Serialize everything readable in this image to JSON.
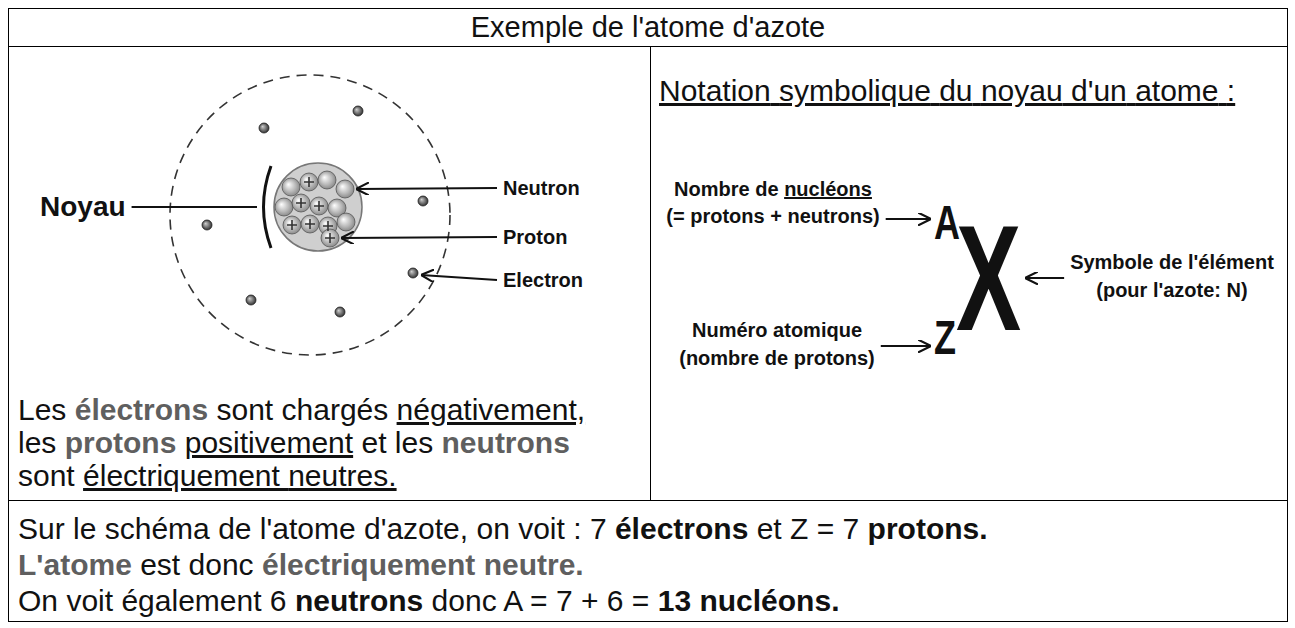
{
  "diagram": {
    "title": "Exemple de l'atome d'azote",
    "nodes": [
      {
        "text": [
          "Les électrons sont chargés négativement, les protons positivement et les neutrons sont électriquement neutres."
        ]
      },
      {
        "text": [
          "Notation symbolique du noyau d'un atome :"
        ]
      },
      {
        "text": [
          "Sur le schéma de l'atome d'azote, on voit : 7 électrons et Z = 7 protons.",
          "L'atome est donc électriquement neutre.",
          "On voit également 6 neutrons donc A = 7 + 6 = 13 nucléons."
        ]
      }
    ],
    "labels": [
      "Noyau",
      "Neutron",
      "Proton",
      "Electron",
      "Nombre de nucléons (= protons + neutrons)",
      "A",
      "X",
      "Symbole de l'élément (pour l'azote: N)",
      "Z",
      "Numéro atomique (nombre de protons)"
    ]
  }
}
